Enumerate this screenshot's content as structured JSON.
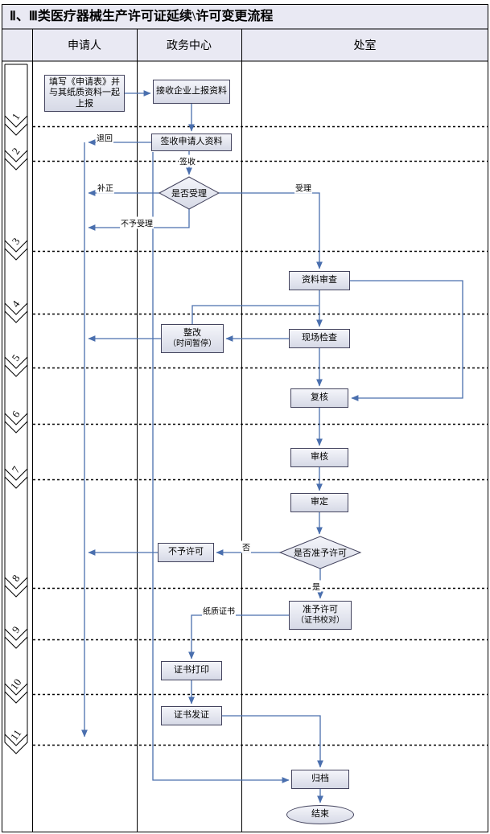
{
  "title": "Ⅱ、Ⅲ类医疗器械生产许可证延续\\许可变更流程",
  "lanes": [
    "申请人",
    "政务中心",
    "处室"
  ],
  "steps": [
    "1",
    "2",
    "3",
    "4",
    "5",
    "6",
    "7",
    "8",
    "9",
    "10",
    "11"
  ],
  "nodes": {
    "fill_form": "填写《申请表》并与其纸质资料一起上报",
    "receive_materials": "接收企业上报资料",
    "sign_receive": "签收申请人资料",
    "accept_decision": "是否受理",
    "material_review": "资料审查",
    "onsite_check": "现场检查",
    "rectify_line1": "整改",
    "rectify_line2": "（时间暂停）",
    "recheck": "复核",
    "review": "审核",
    "approve": "审定",
    "license_decision": "是否准予许可",
    "deny_license": "不予许可",
    "grant_line1": "准予许可",
    "grant_line2": "（证书校对）",
    "print_certificate": "证书打印",
    "issue_certificate": "证书发证",
    "archive": "归档",
    "end": "结束"
  },
  "labels": {
    "return": "退回",
    "sign": "签收",
    "correct": "补正",
    "not_accept": "不予受理",
    "accept": "受理",
    "no": "否",
    "yes": "是",
    "paper_certificate": "纸质证书"
  },
  "colors": {
    "header_fill": "#e9e9f3",
    "connector": "#4a6fae",
    "node_border": "#44445e"
  }
}
